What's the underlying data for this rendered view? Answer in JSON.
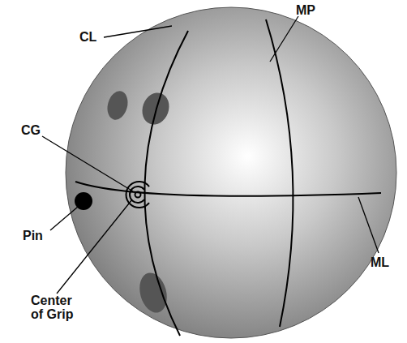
{
  "diagram": {
    "labels": [
      "CL",
      "MP",
      "CG",
      "Pin",
      "Center of Grip",
      "ML"
    ]
  }
}
